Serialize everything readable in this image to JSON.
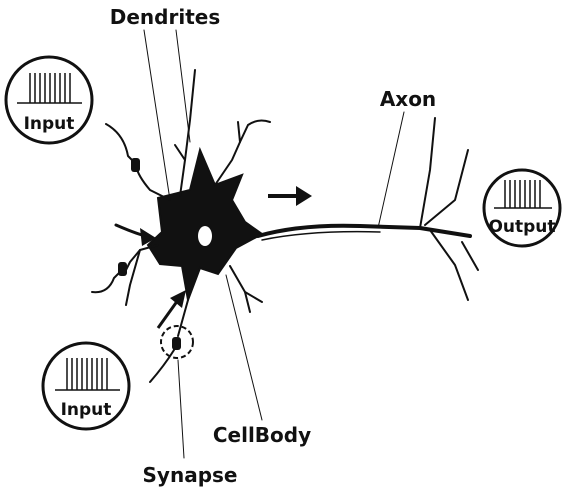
{
  "labels": {
    "dendrites": "Dendrites",
    "axon": "Axon",
    "cell_body": "CellBody",
    "synapse": "Synapse",
    "input_top": "Input",
    "input_bottom": "Input",
    "output": "Output"
  },
  "colors": {
    "ink": "#111111",
    "background": "#ffffff"
  },
  "icons": [
    "spike-train-icon",
    "signal-arrow-icon"
  ]
}
